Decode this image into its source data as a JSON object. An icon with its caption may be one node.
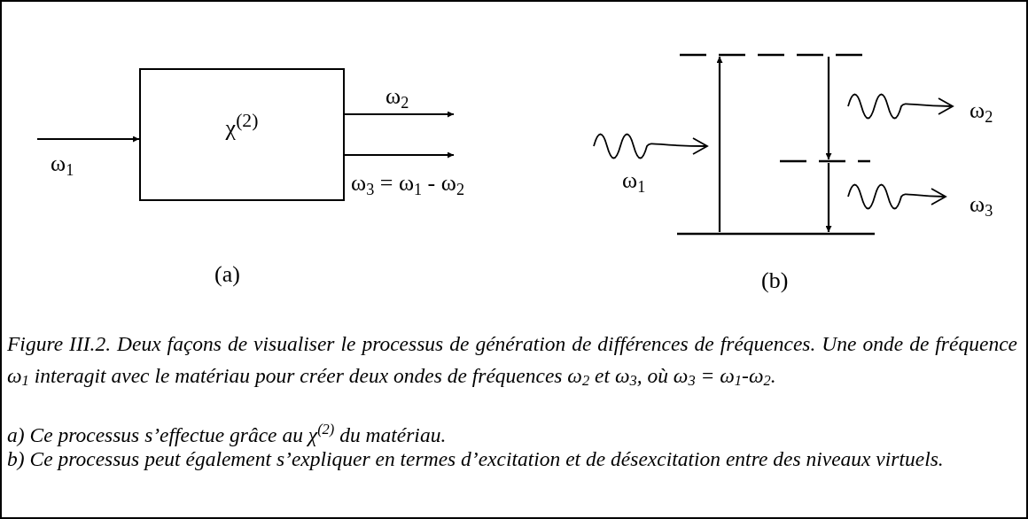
{
  "diagram": {
    "caption": "Figure III.2. Deux façons de visualiser le processus de génération de différences de fréquences. Une onde de fréquence ω$_{1}$ interagit avec le matériau pour créer deux ondes de fréquences ω$_{2}$ et ω$_{3}$, où ω$_{3}$ = ω$_{1}$-ω$_{2}$.",
    "nodes": [
      {
        "text": [
          "χ$^{(2)}$"
        ]
      },
      {
        "text": [],
        "shape": "bar"
      },
      {
        "text": [],
        "shape": "bar"
      },
      {
        "text": [],
        "shape": "bar"
      }
    ],
    "edges": [
      {
        "from": null,
        "to": 0,
        "arrow": "to",
        "label": "ω$_{1}$"
      },
      {
        "from": 0,
        "to": null,
        "arrow": "to",
        "label": "ω$_{2}$"
      },
      {
        "from": 0,
        "to": null,
        "arrow": "to",
        "label": "ω$_{3}$ = ω$_{1}$ - ω$_{2}$"
      },
      {
        "from": 3,
        "to": 1,
        "arrow": "to"
      },
      {
        "from": 1,
        "to": 2,
        "arrow": "to"
      },
      {
        "from": 2,
        "to": 3,
        "arrow": "to"
      }
    ],
    "labels": [
      "(a)",
      "(b)",
      "ω$_{1}$",
      "ω$_{2}$",
      "ω$_{3}$",
      "a) Ce processus s’effectue grâce au χ$^{(2)}$ du matériau.",
      "b) Ce processus peut également s’expliquer en termes d’excitation et de désexcitation entre des niveaux virtuels."
    ]
  }
}
